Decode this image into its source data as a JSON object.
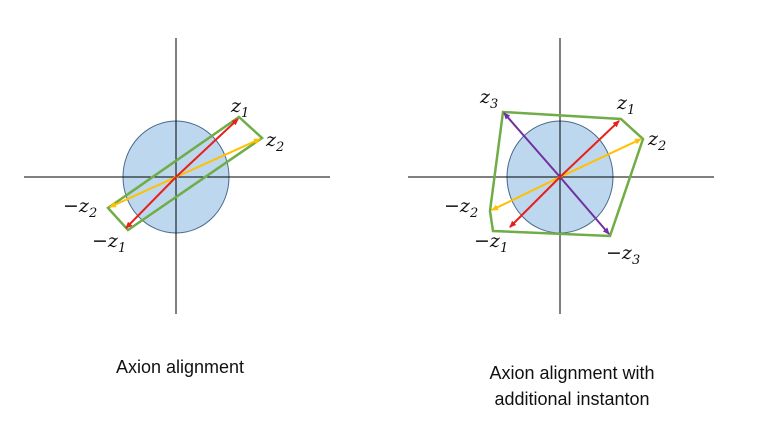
{
  "colors": {
    "axis": "#000000",
    "disk_fill": "#bdd7ee",
    "disk_stroke": "#4a6a8a",
    "z1_vector": "#e8201c",
    "z2_vector": "#ffc000",
    "z3_vector": "#7030a0",
    "polygon": "#70ad47"
  },
  "left_panel": {
    "labels": {
      "z1": {
        "base": "z",
        "sub": "1"
      },
      "z2": {
        "base": "z",
        "sub": "2"
      },
      "neg_z2": {
        "base": "−z",
        "sub": "2"
      },
      "neg_z1": {
        "base": "−z",
        "sub": "1"
      }
    },
    "caption": "Axion alignment"
  },
  "right_panel": {
    "labels": {
      "z3": {
        "base": "z",
        "sub": "3"
      },
      "z1": {
        "base": "z",
        "sub": "1"
      },
      "z2": {
        "base": "z",
        "sub": "2"
      },
      "neg_z2": {
        "base": "−z",
        "sub": "2"
      },
      "neg_z1": {
        "base": "−z",
        "sub": "1"
      },
      "neg_z3": {
        "base": "−z",
        "sub": "3"
      }
    },
    "caption_line1": "Axion alignment with",
    "caption_line2": "additional instanton"
  }
}
